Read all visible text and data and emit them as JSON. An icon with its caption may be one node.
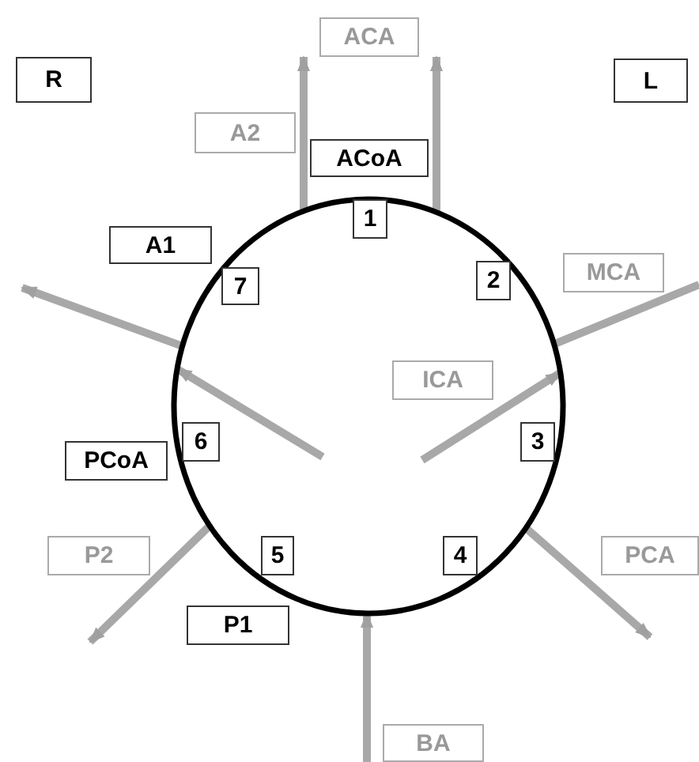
{
  "diagram": {
    "nodes": [
      {
        "text": [],
        "shape": "circle"
      },
      {
        "text": [
          "R"
        ]
      },
      {
        "text": [
          "ACA"
        ]
      },
      {
        "text": [
          "L"
        ]
      },
      {
        "text": [
          "A2"
        ]
      },
      {
        "text": [
          "ACoA"
        ]
      },
      {
        "text": [
          "1"
        ],
        "in": 0
      },
      {
        "text": [
          "A1"
        ]
      },
      {
        "text": [
          "7"
        ],
        "in": 0
      },
      {
        "text": [
          "2"
        ],
        "in": 0
      },
      {
        "text": [
          "MCA"
        ]
      },
      {
        "text": [
          "ICA"
        ],
        "in": 0
      },
      {
        "text": [
          "6"
        ],
        "in": 0
      },
      {
        "text": [
          "3"
        ],
        "in": 0
      },
      {
        "text": [
          "PCoA"
        ]
      },
      {
        "text": [
          "P2"
        ]
      },
      {
        "text": [
          "5"
        ],
        "in": 0
      },
      {
        "text": [
          "4"
        ],
        "in": 0
      },
      {
        "text": [
          "PCA"
        ]
      },
      {
        "text": [
          "P1"
        ]
      },
      {
        "text": [
          "BA"
        ]
      }
    ],
    "edges": [
      {
        "from": 0,
        "to": 2,
        "arrow": "to"
      },
      {
        "from": 0,
        "to": 2,
        "arrow": "to"
      },
      {
        "from": 0,
        "to": null,
        "arrow": "to"
      },
      {
        "from": 0,
        "to": null,
        "arrow": "none"
      },
      {
        "from": null,
        "to": 0,
        "arrow": "to"
      },
      {
        "from": null,
        "to": 0,
        "arrow": "to"
      },
      {
        "from": 0,
        "to": null,
        "arrow": "to"
      },
      {
        "from": 0,
        "to": null,
        "arrow": "to"
      },
      {
        "from": 20,
        "to": 0,
        "arrow": "to"
      }
    ]
  }
}
